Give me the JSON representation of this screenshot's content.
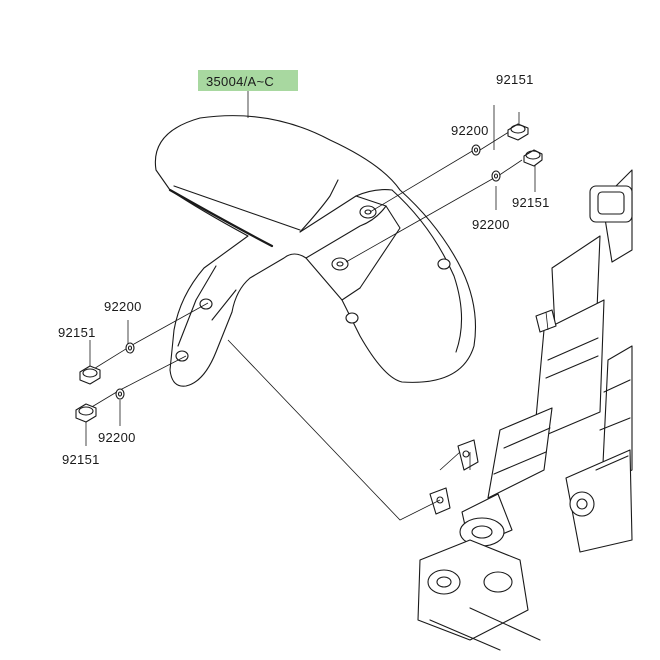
{
  "diagram": {
    "highlight_color": "#a8d8a0",
    "line_color": "#1a1a1a",
    "labels": {
      "fender": "35004/A~C",
      "washer_top": "92200",
      "bolt_top": "92151",
      "bolt_right": "92151",
      "washer_right": "92200",
      "washer_left": "92200",
      "bolt_left": "92151",
      "bolt_bottom": "92151",
      "washer_bottom": "92200"
    }
  }
}
